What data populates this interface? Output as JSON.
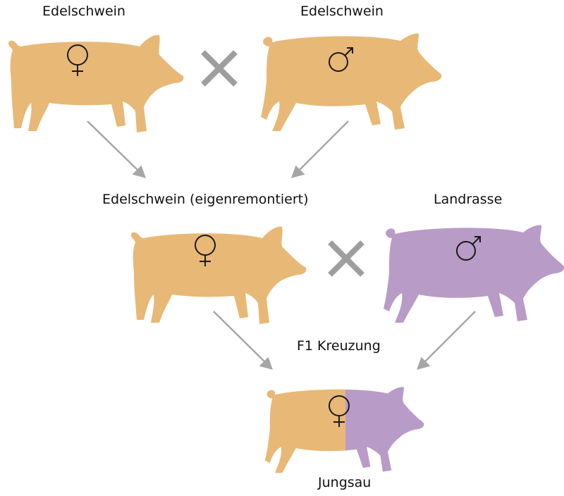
{
  "colors": {
    "edelschwein": "#e8b877",
    "landrasse": "#b89bc6",
    "cross": "#9e9e9e",
    "arrow": "#a6a6a6",
    "symbol": "#1a1a1a"
  },
  "labels": {
    "top_left": "Edelschwein",
    "top_right": "Edelschwein",
    "mid_left": "Edelschwein (eigenremontiert)",
    "mid_right": "Landrasse",
    "f1": "F1 Kreuzung",
    "bottom": "Jungsau"
  },
  "icons": {
    "female": "female-symbol",
    "male": "male-symbol",
    "cross": "cross-icon"
  }
}
